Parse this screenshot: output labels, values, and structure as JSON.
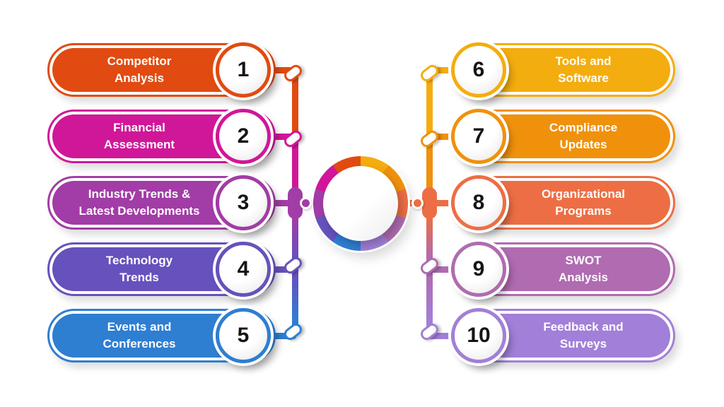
{
  "background": "#ffffff",
  "items": [
    {
      "number": "1",
      "label": "Competitor\nAnalysis",
      "color": "#E14B11",
      "side": "left"
    },
    {
      "number": "2",
      "label": "Financial\nAssessment",
      "color": "#D01799",
      "side": "left"
    },
    {
      "number": "3",
      "label": "Industry Trends &\nLatest Developments",
      "color": "#A23CA6",
      "side": "left"
    },
    {
      "number": "4",
      "label": "Technology\nTrends",
      "color": "#6751BD",
      "side": "left"
    },
    {
      "number": "5",
      "label": "Events and\nConferences",
      "color": "#2E7ED2",
      "side": "left"
    },
    {
      "number": "6",
      "label": "Tools and\nSoftware",
      "color": "#F4AD0E",
      "side": "right"
    },
    {
      "number": "7",
      "label": "Compliance\nUpdates",
      "color": "#F0910C",
      "side": "right"
    },
    {
      "number": "8",
      "label": "Organizational\nPrograms",
      "color": "#ED6E44",
      "side": "right"
    },
    {
      "number": "9",
      "label": "SWOT\nAnalysis",
      "color": "#B06BB1",
      "side": "right"
    },
    {
      "number": "10",
      "label": "Feedback and\nSurveys",
      "color": "#A27FD8",
      "side": "right"
    }
  ],
  "hub": {
    "type": "ten-segment-ring",
    "segment_order_clockwise_from_top": [
      "6",
      "7",
      "8",
      "9",
      "10",
      "5",
      "4",
      "3",
      "2",
      "1"
    ]
  }
}
